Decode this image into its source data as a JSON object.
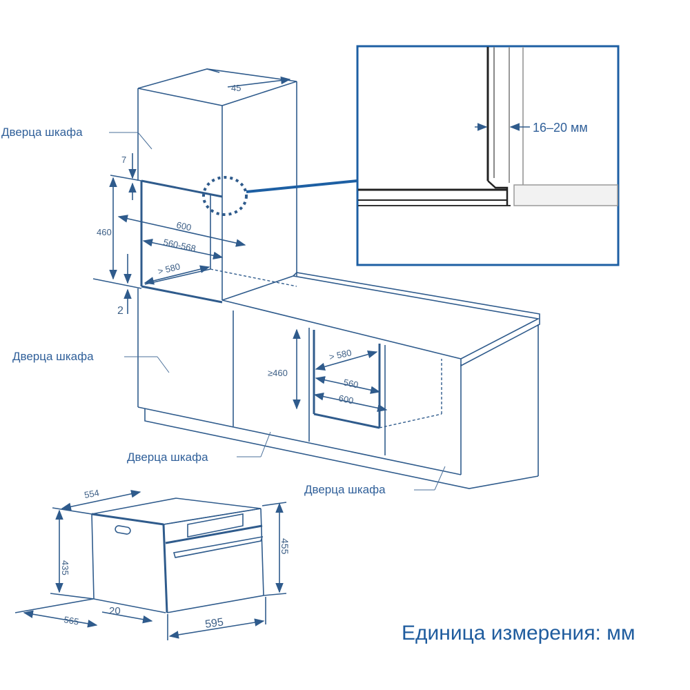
{
  "labels": {
    "door_upper": "Дверца шкафа",
    "door_left": "Дверца шкафа",
    "door_center": "Дверца шкафа",
    "door_right": "Дверца шкафа"
  },
  "niche_dims": {
    "depth_top": "45",
    "gap_top": "7",
    "height": "460",
    "width_outer": "600",
    "width_inner": "560-568",
    "depth": "> 580",
    "gap_bottom": "2"
  },
  "under_counter_dims": {
    "height": "≥460",
    "depth": "> 580",
    "width_inner": "560",
    "width_outer": "600"
  },
  "inset_detail": {
    "gap": "16–20 мм"
  },
  "oven_dims": {
    "depth_top": "554",
    "height_body": "435",
    "height_front": "455",
    "depth_total": "565",
    "front_thickness": "20",
    "width": "595"
  },
  "units_caption": "Единица измерения: мм",
  "colors": {
    "line": "#2f5b8c",
    "accent": "#1d5fa3",
    "text": "#2f5f99"
  }
}
